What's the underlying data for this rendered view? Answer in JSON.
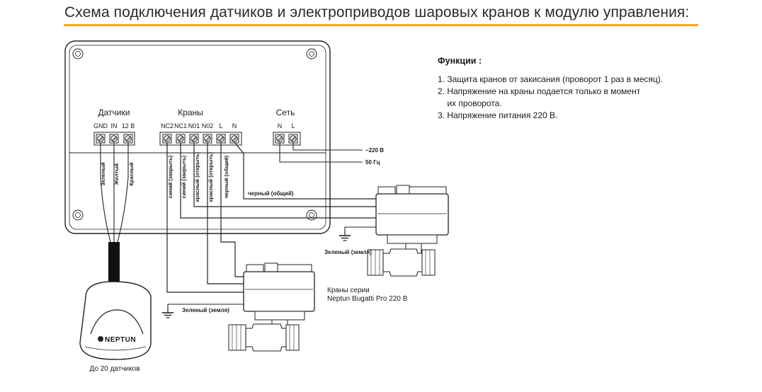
{
  "title": "Схема подключения датчиков и электроприводов шаровых кранов к модулю управления:",
  "accent_color": "#f5a81c",
  "functions": {
    "heading": "Функции :",
    "items": [
      "1. Защита кранов от закисания (проворот 1 раз в месяц).",
      "2. Напряжение на краны подается только в момент",
      "    их проворота.",
      "3. Напряжение питания 220 В."
    ]
  },
  "terminal_groups": {
    "sensors": {
      "title": "Датчики",
      "terminals": [
        "GND",
        "IN",
        "12 В"
      ]
    },
    "valves": {
      "title": "Краны",
      "terminals": [
        "NC2",
        "NC1",
        "N01",
        "N02",
        "L",
        "N"
      ]
    },
    "mains": {
      "title": "Сеть",
      "terminals": [
        "N",
        "L"
      ]
    }
  },
  "sensor_wires": [
    "Зеленый",
    "Желтый",
    "Красный"
  ],
  "valve_wires": [
    "синий (закрыть)",
    "синий (закрыть)",
    "красный (открыть)",
    "красный (открыть)",
    "черный (общий)"
  ],
  "common_wire_label": "черный (общий)",
  "mains_labels": {
    "voltage": "~220 В",
    "frequency": "50 Гц"
  },
  "ground_labels": {
    "upper": "Зеленый (земля)",
    "lower": "Зеленый (земля)"
  },
  "sensor_caption": "До 20 датчиков",
  "sensor_brand": "NEPTUN",
  "valves_caption": [
    "Краны серии",
    "Neptun Bugatti Pro 220 В"
  ]
}
